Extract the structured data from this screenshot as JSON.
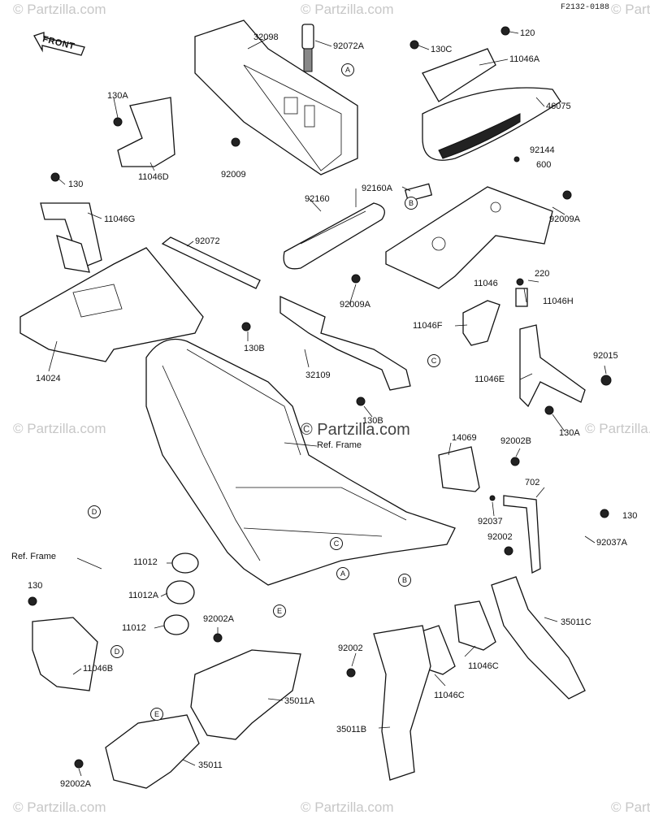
{
  "diagram_ref": "F2132-0188",
  "front_arrow": "FRONT",
  "watermark": "© Partzilla.com",
  "watermark_center": "© Partzilla.com",
  "callouts": {
    "A_top": "A",
    "B_mid": "B",
    "C_mid": "C",
    "D_left": "D",
    "C_frame": "C",
    "A_frame": "A",
    "B_frame": "B",
    "E_frame": "E",
    "D_bracket": "D",
    "E_mount": "E"
  },
  "labels": {
    "p32098": "32098",
    "p92072A": "92072A",
    "p130C": "130C",
    "p120": "120",
    "p11046A": "11046A",
    "p46075": "46075",
    "p130A_top": "130A",
    "p11046D": "11046D",
    "p92009": "92009",
    "p92144": "92144",
    "p600": "600",
    "p130_top": "130",
    "p11046G": "11046G",
    "p92160A": "92160A",
    "p92160": "92160",
    "p92009A_r": "92009A",
    "p92072": "92072",
    "p11046": "11046",
    "p220": "220",
    "p92009A_b": "92009A",
    "p11046H": "11046H",
    "p11046F": "11046F",
    "p130B_top": "130B",
    "p32109": "32109",
    "p14024": "14024",
    "p92015": "92015",
    "p11046E": "11046E",
    "p130A_r": "130A",
    "p130B_b": "130B",
    "ref_frame_top": "Ref. Frame",
    "p14069": "14069",
    "p92002B": "92002B",
    "p702": "702",
    "p92037": "92037",
    "p130_r": "130",
    "p92002_mid": "92002",
    "p92037A": "92037A",
    "ref_frame_left": "Ref. Frame",
    "p11012_a": "11012",
    "p11012A": "11012A",
    "p11012_b": "11012",
    "p92002A_mid": "92002A",
    "p130_left": "130",
    "p11046B": "11046B",
    "p35011C": "35011C",
    "p92002_low": "92002",
    "p11046C_a": "11046C",
    "p11046C_b": "11046C",
    "p35011A": "35011A",
    "p35011B": "35011B",
    "p35011": "35011",
    "p92002A_low": "92002A"
  }
}
